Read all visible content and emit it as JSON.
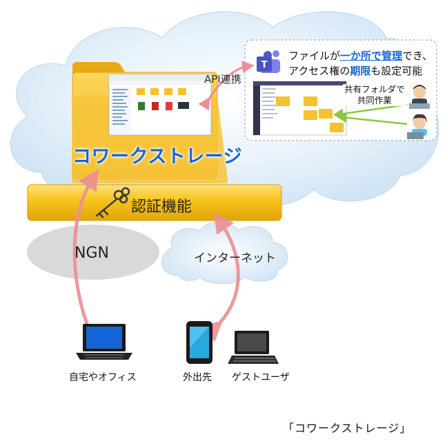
{
  "storage": {
    "title": "コワークストレージ"
  },
  "auth": {
    "label": "認証機能"
  },
  "networks": {
    "ngn": "NGN",
    "internet": "インターネット"
  },
  "api": {
    "label": "API連携"
  },
  "teams": {
    "line1_prefix": "ファイルが",
    "line1_highlight": "一か所で管理",
    "line1_suffix": "でき、",
    "line2_prefix": "アクセス権の",
    "line2_highlight": "期限",
    "line2_suffix": "も設定可能",
    "shared_line1": "共有フォルダで",
    "shared_line2": "共同作業"
  },
  "devices": {
    "home_office": "自宅やオフィス",
    "outside": "外出先",
    "guest": "ゲストユーザ"
  },
  "caption": "「コワークストレージ」",
  "colors": {
    "brand_blue": "#1565d8",
    "folder_yellow": "#f6c12e",
    "auth_bar": "#f7c21a",
    "arrow_pink": "#ec8f93",
    "cloud_blue": "#dcecf8",
    "ngn_gray": "#d9d9d9"
  }
}
